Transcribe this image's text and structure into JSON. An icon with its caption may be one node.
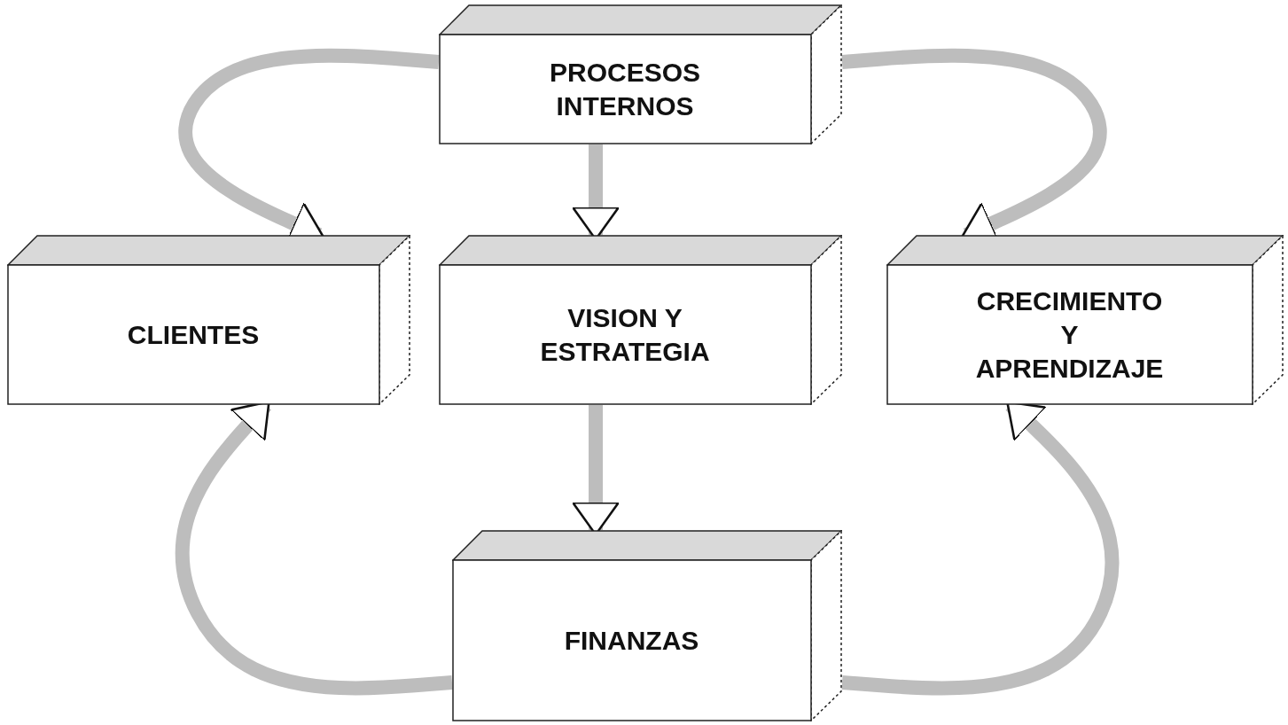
{
  "diagram": {
    "nodes": [
      {
        "text": [
          "PROCESOS INTERNOS"
        ]
      },
      {
        "text": [
          "CLIENTES"
        ]
      },
      {
        "text": [
          "VISION Y ESTRATEGIA"
        ]
      },
      {
        "text": [
          "CRECIMIENTO Y APRENDIZAJE"
        ]
      },
      {
        "text": [
          "FINANZAS"
        ]
      }
    ],
    "edges": [
      {
        "from": 0,
        "to": 2,
        "arrow": "to"
      },
      {
        "from": 2,
        "to": 4,
        "arrow": "to"
      },
      {
        "from": 0,
        "to": 1,
        "arrow": "to"
      },
      {
        "from": 0,
        "to": 3,
        "arrow": "to"
      },
      {
        "from": 4,
        "to": 1,
        "arrow": "to"
      },
      {
        "from": 4,
        "to": 3,
        "arrow": "to"
      }
    ]
  }
}
